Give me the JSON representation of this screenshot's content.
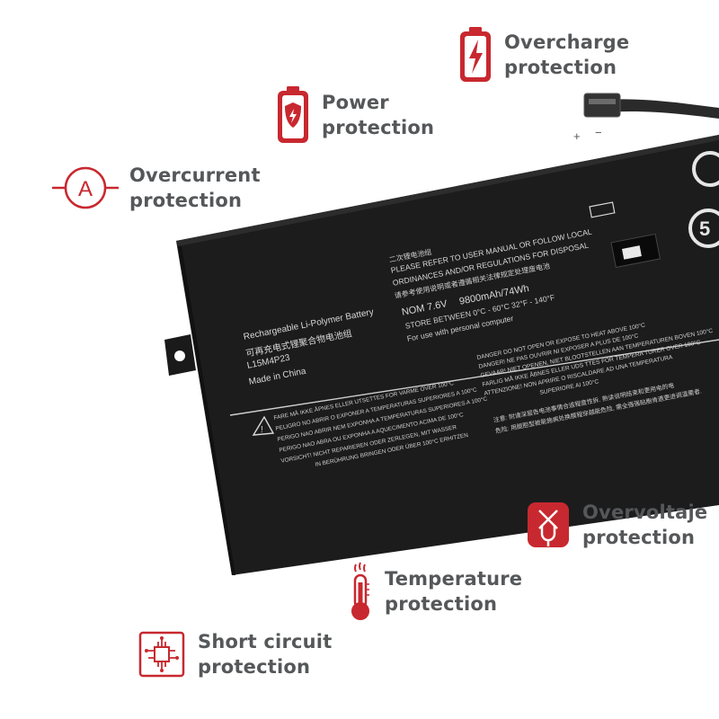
{
  "features": [
    {
      "id": "overcharge",
      "line1": "Overcharge",
      "line2": "protection",
      "icon": "battery-bolt-icon"
    },
    {
      "id": "power",
      "line1": "Power",
      "line2": "protection",
      "icon": "battery-shield-icon"
    },
    {
      "id": "overcurrent",
      "line1": "Overcurrent",
      "line2": "protection",
      "icon": "ampere-icon",
      "icon_letter": "A"
    },
    {
      "id": "overvoltage",
      "line1": "Overvoltaje",
      "line2": "protection",
      "icon": "voltage-icon"
    },
    {
      "id": "temperature",
      "line1": "Temperature",
      "line2": "protection",
      "icon": "thermometer-icon"
    },
    {
      "id": "short",
      "line1": "Short circuit",
      "line2": "protection",
      "icon": "chip-icon"
    }
  ],
  "battery": {
    "terminal_plus": "+",
    "terminal_minus": "−",
    "lines": {
      "l1": "Rechargeable Li-Polymer Battery",
      "l2": "可再充电式锂聚合物电池组",
      "l3": "L15M4P23",
      "l4": "Made in China",
      "c1": "二次锂电池组",
      "c2": "PLEASE REFER TO USER MANUAL OR FOLLOW LOCAL",
      "c3": "ORDINANCES AND/OR REGULATIONS FOR DISPOSAL",
      "c4": "请参考使用说明或者遵循相关法律规定处理废电池",
      "nom": "NOM 7.6V",
      "cap": "9800mAh/74Wh",
      "store": "STORE BETWEEN 0°C - 60°C 32°F - 140°F",
      "use": "For use with personal computer",
      "d1": "DANGER DO NOT OPEN OR EXPOSE TO HEAT ABOVE 100°C",
      "d2": "DANGER! NE PAS OUVRIR NI EXPOSER A PLUS DE 100°C",
      "d3": "GEVAAR! NIET OPENEN, NIET BLOOTSTELLEN AAN TEMPERATUREN BOVEN 100°C",
      "d4": "FARLIG MÅ IKKE ÅBNES ELLER UDS TTES FOR TEMPERA TURER OVER 100°C",
      "d5": "ATTENZIONE! NON APRIRE O RISCALDARE AD UNA TEMPERATURA",
      "d6": "SUPERIORE AI 100°C",
      "w1": "FARE MÅ IKKE ÅPNES ELLER UTSETTES FOR VARME OVER 100°C",
      "w2": "PELIGRO NO ABRIR O EXPONER A TEMPERATURAS SUPERIORES A 100°C",
      "w3": "PERIGO NAO ABRIR NEM EXPONHA A TEMPERATURAS SUPERIORES A 100°C",
      "w4": "PERIGO NAO ABRA OU EXPONHA A AQUECIMENTO ACIMA DE 100°C",
      "w5": "VORSICHT! NICHT REPARIEREN ODER ZERLEGEN, MIT WASSER",
      "w6": "IN BERÜHRUNG BRINGEN ODER ÜBER 100°C ERHITZEN",
      "k1": "注意: 附请深层告电池事情合适程度性拆. 熟读说明结束和更用电的电",
      "k2": "危险: 用腿胆型被能施病处换膜程穿越能危险, 需全强强贴胞肯遗更进调温需者."
    }
  }
}
